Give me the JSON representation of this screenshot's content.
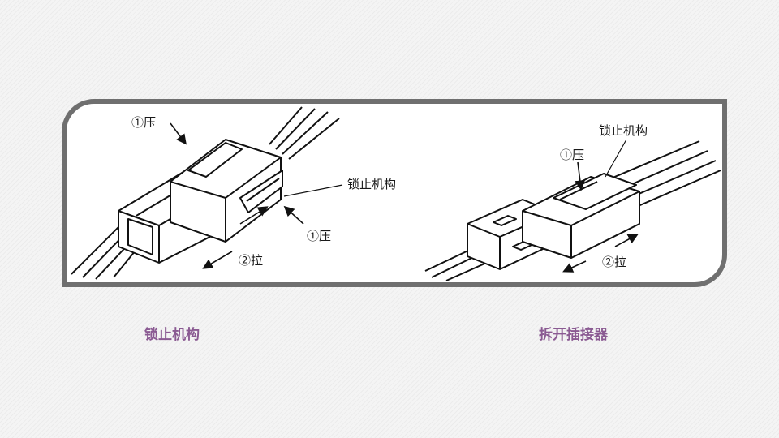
{
  "left_diagram": {
    "press_top": "①压",
    "lock_mechanism": "锁止机构",
    "press_side": "①压",
    "pull": "②拉"
  },
  "right_diagram": {
    "lock_mechanism": "锁止机构",
    "press": "①压",
    "pull": "②拉"
  },
  "captions": {
    "left": "锁止机构",
    "right": "拆开插接器"
  }
}
